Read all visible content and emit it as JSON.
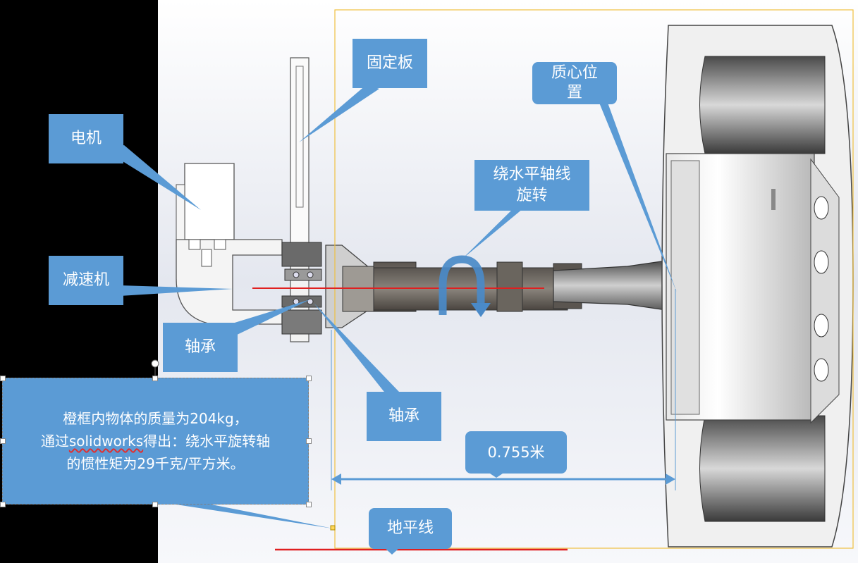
{
  "labels": {
    "motor": "电机",
    "mounting_plate": "固定板",
    "centroid_line1": "质心位",
    "centroid_line2": "置",
    "rotation_line1": "绕水平轴线",
    "rotation_line2": "旋转",
    "reducer": "减速机",
    "bearing_left": "轴承",
    "bearing_right": "轴承",
    "distance": "0.755米",
    "horizon": "地平线"
  },
  "note": {
    "line1": "橙框内物体的质量为204kg，",
    "line2_prefix": "通过",
    "line2_software": "solidworks",
    "line2_suffix": "得出：绕水平旋转轴",
    "line3": "的惯性矩为29千克/平方米。"
  },
  "colors": {
    "callout_fill": "#5b9bd5",
    "axis_line": "#e02020",
    "highlight_frame": "#f0c040",
    "dimension_arrow": "#5b9bd5",
    "left_panel": "#000000"
  }
}
